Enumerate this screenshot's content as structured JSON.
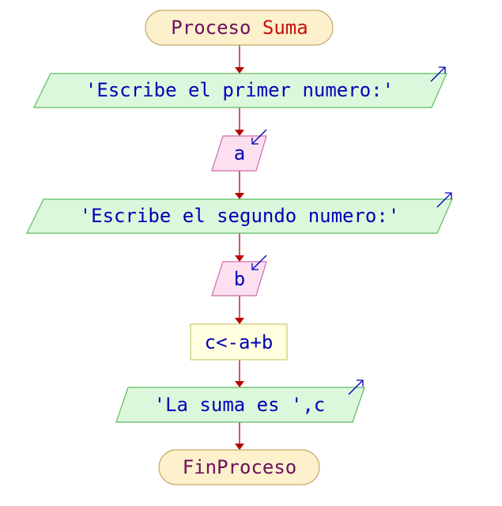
{
  "diagram": {
    "start": {
      "keyword": "Proceso",
      "name": "Suma"
    },
    "steps": [
      {
        "type": "output",
        "text": "'Escribe el primer numero:'"
      },
      {
        "type": "input",
        "text": "a"
      },
      {
        "type": "output",
        "text": "'Escribe el segundo numero:'"
      },
      {
        "type": "input",
        "text": "b"
      },
      {
        "type": "assign",
        "text": "c<-a+b"
      },
      {
        "type": "output",
        "text": "'La suma es ',c"
      }
    ],
    "end": {
      "keyword": "FinProceso"
    }
  },
  "colors": {
    "terminal_fill": "#fdf0cc",
    "terminal_stroke": "#c9a86a",
    "output_fill": "#dcf8dc",
    "output_stroke": "#5dbb5d",
    "input_fill": "#fde0f0",
    "input_stroke": "#cc6aa4",
    "assign_fill": "#ffffe0",
    "assign_stroke": "#c8c870",
    "keyword_text": "#6b0f5c",
    "name_text": "#c81010",
    "statement_text": "#0000b8",
    "edge": "#b80000"
  }
}
